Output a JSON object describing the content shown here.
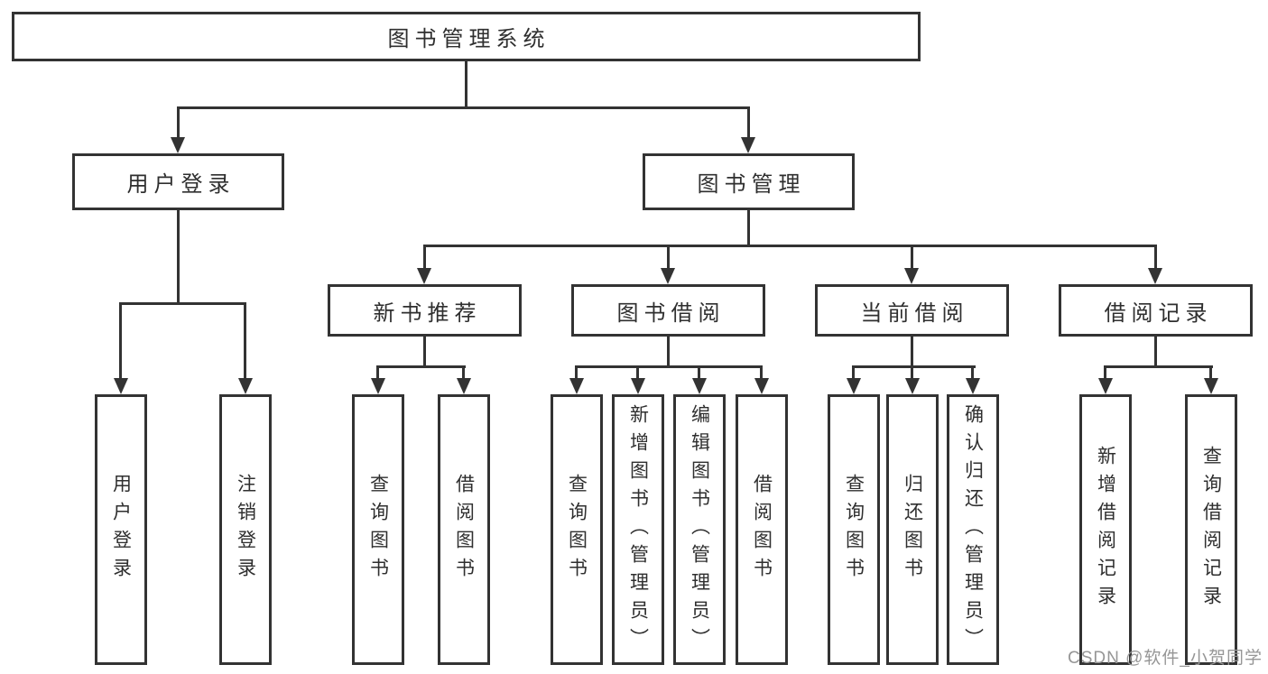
{
  "diagram_type": "hierarchy-tree",
  "colors": {
    "background": "#ffffff",
    "line": "#333333",
    "text": "#2f2f2f",
    "watermark": "#969696"
  },
  "watermark": {
    "text": "CSDN @软件_小贺同学"
  },
  "tree": {
    "label": "图书管理系统",
    "children": [
      {
        "label": "用户登录",
        "children": [
          {
            "label": "用户登录"
          },
          {
            "label": "注销登录"
          }
        ]
      },
      {
        "label": "图书管理",
        "children": [
          {
            "label": "新书推荐",
            "children": [
              {
                "label": "查询图书"
              },
              {
                "label": "借阅图书"
              }
            ]
          },
          {
            "label": "图书借阅",
            "children": [
              {
                "label": "查询图书"
              },
              {
                "label": "新增图书（管理员）"
              },
              {
                "label": "编辑图书（管理员）"
              },
              {
                "label": "借阅图书"
              }
            ]
          },
          {
            "label": "当前借阅",
            "children": [
              {
                "label": "查询图书"
              },
              {
                "label": "归还图书"
              },
              {
                "label": "确认归还（管理员）"
              }
            ]
          },
          {
            "label": "借阅记录",
            "children": [
              {
                "label": "新增借阅记录"
              },
              {
                "label": "查询借阅记录"
              }
            ]
          }
        ]
      }
    ]
  }
}
